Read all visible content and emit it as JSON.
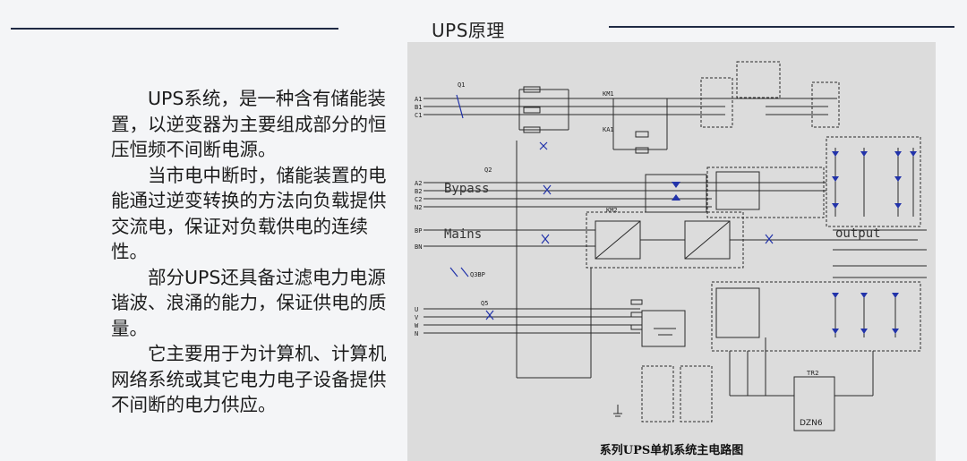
{
  "slide": {
    "title": "UPS原理",
    "paragraphs": [
      "UPS系统，是一种含有储能装置，以逆变器为主要组成部分的恒压恒频不间断电源。",
      "当市电中断时，储能装置的电能通过逆变转换的方法向负载提供交流电，保证对负载供电的连续性。",
      "部分UPS还具备过滤电力电源谐波、浪涌的能力，保证供电的质量。",
      "它主要用于为计算机、计算机网络系统或其它电力电子设备提供不间断的电力供应。"
    ]
  },
  "diagram": {
    "caption": "系列UPS单机系统主电路图",
    "labels": {
      "bypass": "Bypass",
      "mains": "Mains",
      "output": "output",
      "transformer": "DZN6",
      "tr2": "TR2"
    },
    "terminals_top": [
      "A1",
      "B1",
      "C1"
    ],
    "terminals_mid": [
      "A2",
      "B2",
      "C2",
      "N2"
    ],
    "terminals_dc": [
      "BP",
      "BN"
    ],
    "terminals_bottom": [
      "U",
      "V",
      "W",
      "N"
    ],
    "breaker_labels": [
      "Q1",
      "Q2",
      "Q3BP",
      "Q5"
    ],
    "relay_labels": [
      "KM1",
      "KA1",
      "KM2"
    ],
    "colors": {
      "panel_bg": "#dcdcdc",
      "wire": "#2a2a2a",
      "breaker_mark": "#2233aa",
      "dashed_box": "#555555"
    }
  }
}
